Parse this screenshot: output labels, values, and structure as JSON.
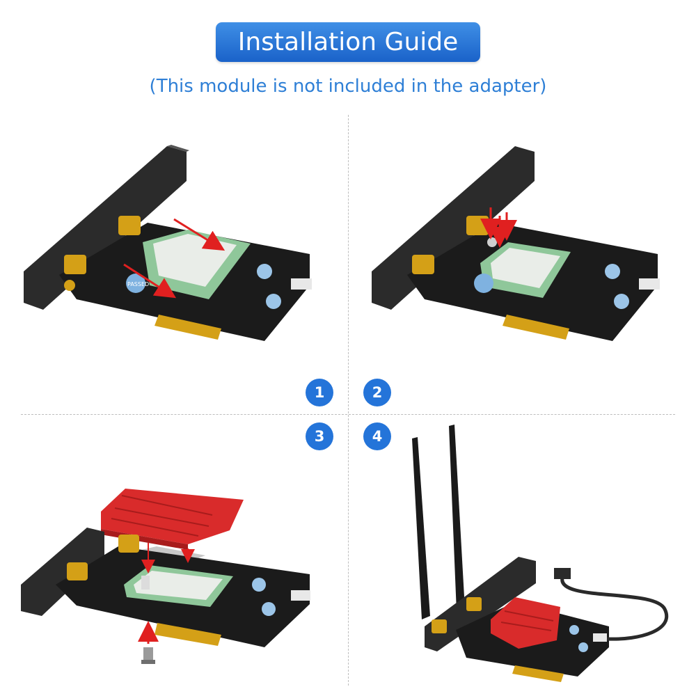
{
  "header": {
    "title": "Installation Guide",
    "subtitle": "(This module is not included in the adapter)"
  },
  "steps": [
    {
      "number": "1"
    },
    {
      "number": "2"
    },
    {
      "number": "3"
    },
    {
      "number": "4"
    }
  ],
  "colors": {
    "accent": "#2474d9",
    "board": "#1b1b1b",
    "gold": "#d4a017",
    "module": "#8fc79a",
    "heatsink": "#d92b2b",
    "arrow": "#e02020"
  },
  "card": {
    "brand_label": "PASSED"
  }
}
